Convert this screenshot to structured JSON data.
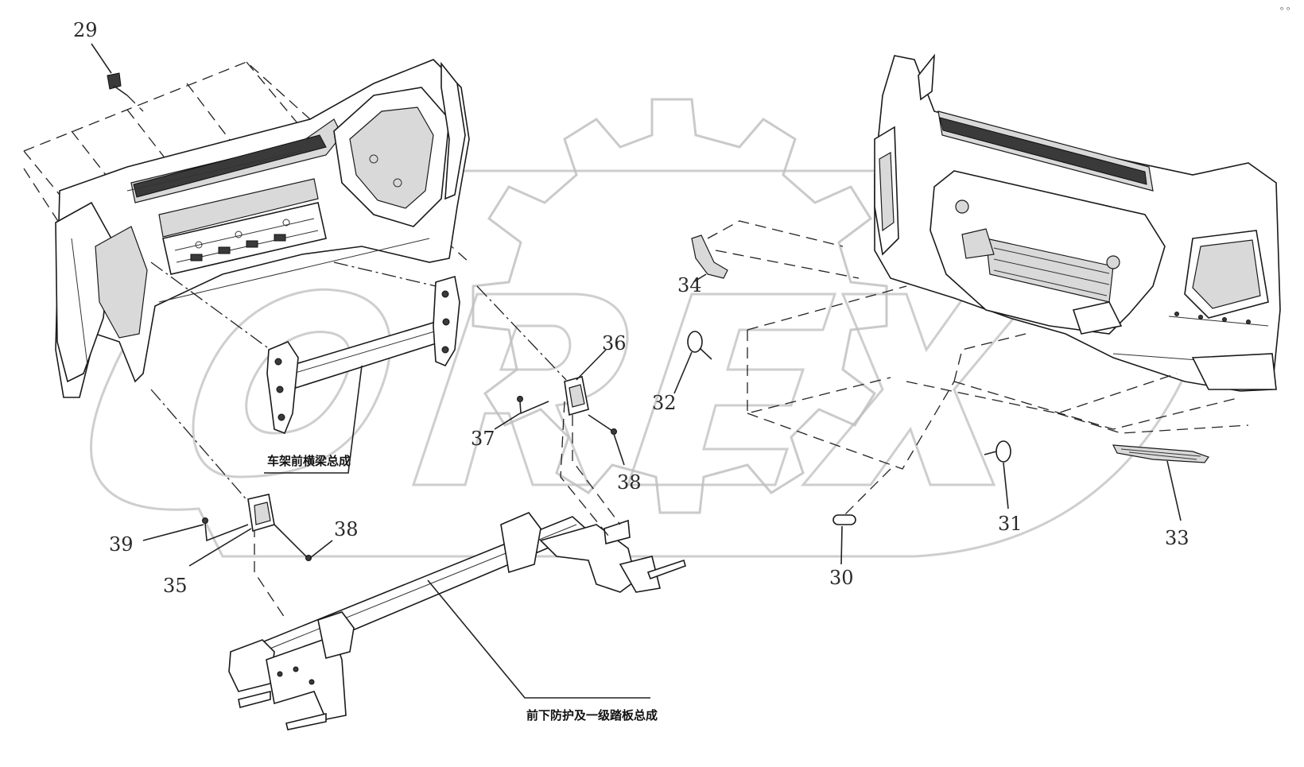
{
  "watermark": {
    "text": "OREX"
  },
  "callouts": [
    {
      "id": "29",
      "label": "29"
    },
    {
      "id": "30",
      "label": "30"
    },
    {
      "id": "31",
      "label": "31"
    },
    {
      "id": "32",
      "label": "32"
    },
    {
      "id": "33",
      "label": "33"
    },
    {
      "id": "34",
      "label": "34"
    },
    {
      "id": "35",
      "label": "35"
    },
    {
      "id": "36",
      "label": "36"
    },
    {
      "id": "37",
      "label": "37"
    },
    {
      "id": "38a",
      "label": "38"
    },
    {
      "id": "38b",
      "label": "38"
    },
    {
      "id": "39",
      "label": "39"
    }
  ],
  "assembly_labels": {
    "frame_front_crossbeam": "车架前横梁总成",
    "front_underrun_step": "前下防护及一级踏板总成"
  },
  "corner_mark": "ᵒ ᵒ"
}
